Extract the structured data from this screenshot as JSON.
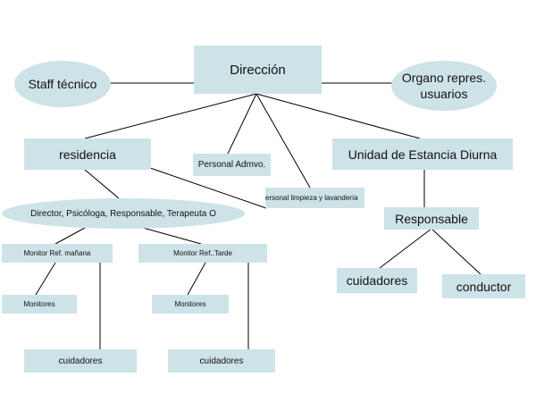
{
  "nodes": {
    "direccion": "Dirección",
    "staff_tecnico": "Staff técnico",
    "organo_line1": "Organo repres.",
    "organo_line2": "usuarios",
    "residencia": "residencia",
    "personal_admvo": "Personal Admvo.",
    "personal_limpieza": "ersonal limpieza y lavandería",
    "unidad_estancia": "Unidad de Estancia Diurna",
    "director_psicologa": "Director, Psicóloga, Responsable, Terapeuta O",
    "responsable": "Responsable",
    "monitor_manana": "Monitor Ref. mañana",
    "monitor_tarde": "Monitor Ref..Tarde",
    "monitores_1": "Monitores",
    "monitores_2": "Monitores",
    "cuidadores_1": "cuidadores",
    "cuidadores_2": "cuidadores",
    "cuidadores_ued": "cuidadores",
    "conductor": "conductor"
  },
  "colors": {
    "box_fill": "#cde3e8",
    "line": "#000000"
  }
}
